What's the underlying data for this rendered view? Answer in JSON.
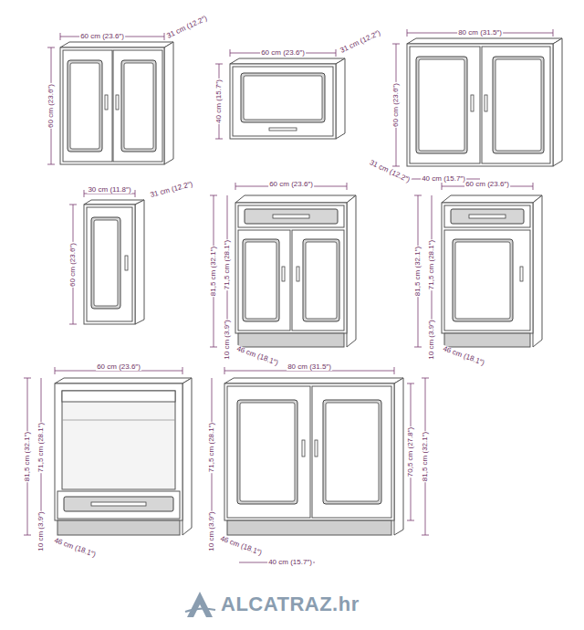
{
  "diagram": {
    "labels": [
      "60 cm (23.6″)",
      "31 cm (12.2″)",
      "60 cm (23.6″)",
      "60 cm (23.6″)",
      "31 cm (12.2″)",
      "40 cm (15.7″)",
      "80 cm (31.5″)",
      "60 cm (23.6″)",
      "31 cm (12.2″)",
      "40 cm (15.7″)",
      "30 cm (11.8″)",
      "31 cm (12.2″)",
      "60 cm (23.6″)",
      "60 cm (23.6″)",
      "81,5 cm (32.1″)",
      "71,5 cm (28.1″)",
      "10 cm (3.9″)",
      "46 cm (18.1″)",
      "60 cm (23.6″)",
      "81,5 cm (32.1″)",
      "71,5 cm (28.1″)",
      "10 cm (3.9″)",
      "46 cm (18.1″)",
      "60 cm (23.6″)",
      "81,5 cm (32.1″)",
      "71,5 cm (28.1″)",
      "10 cm (3.9″)",
      "46 cm (18.1″)",
      "80 cm (31.5″)",
      "71,5 cm (28.1″)",
      "10 cm (3.9″)",
      "46 cm (18.1″)",
      "40 cm (15.7″)",
      "70,5 cm (27.8″)",
      "81,5 cm (32.1″)",
      "ALCATRAZ.hr"
    ]
  }
}
